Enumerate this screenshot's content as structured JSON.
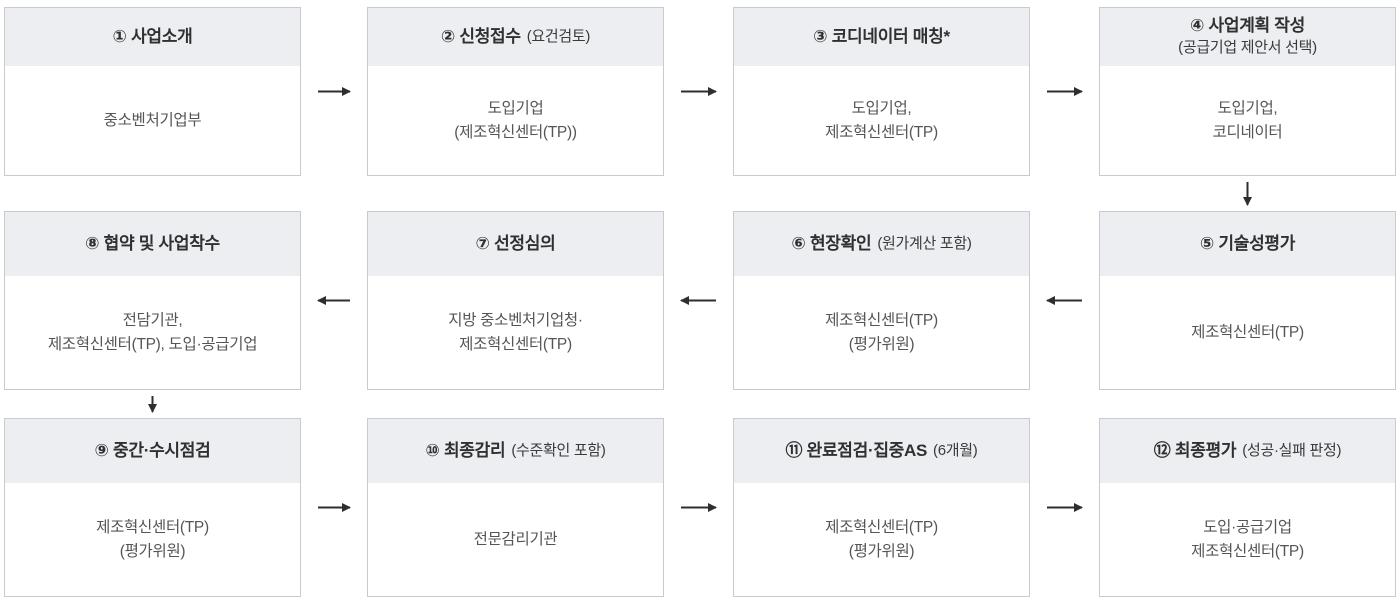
{
  "diagram": {
    "description_name": "business-process-flow",
    "colors": {
      "header_bg": "#eceef1",
      "box_border": "#c8cacd",
      "title_text": "#303030",
      "body_text": "#555555",
      "arrow": "#2e2e2e"
    },
    "boxes": [
      {
        "id": 1,
        "row": 0,
        "col": 0,
        "title": "① 사업소개",
        "note": "",
        "body_lines": [
          "중소벤처기업부"
        ]
      },
      {
        "id": 2,
        "row": 0,
        "col": 1,
        "title": "② 신청접수",
        "note": "(요건검토)",
        "body_lines": [
          "도입기업",
          "(제조혁신센터(TP))"
        ]
      },
      {
        "id": 3,
        "row": 0,
        "col": 2,
        "title": "③ 코디네이터 매칭*",
        "note": "",
        "body_lines": [
          "도입기업,",
          "제조혁신센터(TP)"
        ]
      },
      {
        "id": 4,
        "row": 0,
        "col": 3,
        "title": "④ 사업계획 작성",
        "note": "(공급기업 제안서 선택)",
        "body_lines": [
          "도입기업,",
          "코디네이터"
        ],
        "stacked_header": true
      },
      {
        "id": 5,
        "row": 1,
        "col": 3,
        "title": "⑤ 기술성평가",
        "note": "",
        "body_lines": [
          "제조혁신센터(TP)"
        ]
      },
      {
        "id": 6,
        "row": 1,
        "col": 2,
        "title": "⑥ 현장확인",
        "note": "(원가계산 포함)",
        "body_lines": [
          "제조혁신센터(TP)",
          "(평가위원)"
        ]
      },
      {
        "id": 7,
        "row": 1,
        "col": 1,
        "title": "⑦ 선정심의",
        "note": "",
        "body_lines": [
          "지방 중소벤처기업청·",
          "제조혁신센터(TP)"
        ]
      },
      {
        "id": 8,
        "row": 1,
        "col": 0,
        "title": "⑧ 협약 및 사업착수",
        "note": "",
        "body_lines": [
          "전담기관,",
          "제조혁신센터(TP), 도입·공급기업"
        ]
      },
      {
        "id": 9,
        "row": 2,
        "col": 0,
        "title": "⑨ 중간·수시점검",
        "note": "",
        "body_lines": [
          "제조혁신센터(TP)",
          "(평가위원)"
        ]
      },
      {
        "id": 10,
        "row": 2,
        "col": 1,
        "title": "⑩ 최종감리",
        "note": "(수준확인 포함)",
        "body_lines": [
          "전문감리기관"
        ]
      },
      {
        "id": 11,
        "row": 2,
        "col": 2,
        "title": "⑪ 완료점검·집중AS",
        "note": "(6개월)",
        "body_lines": [
          "제조혁신센터(TP)",
          "(평가위원)"
        ]
      },
      {
        "id": 12,
        "row": 2,
        "col": 3,
        "title": "⑫ 최종평가",
        "note": "(성공·실패 판정)",
        "body_lines": [
          "도입·공급기업",
          "제조혁신센터(TP)"
        ]
      }
    ],
    "arrows": [
      {
        "from": 1,
        "to": 2,
        "dir": "right"
      },
      {
        "from": 2,
        "to": 3,
        "dir": "right"
      },
      {
        "from": 3,
        "to": 4,
        "dir": "right"
      },
      {
        "from": 4,
        "to": 5,
        "dir": "down"
      },
      {
        "from": 5,
        "to": 6,
        "dir": "left"
      },
      {
        "from": 6,
        "to": 7,
        "dir": "left"
      },
      {
        "from": 7,
        "to": 8,
        "dir": "left"
      },
      {
        "from": 8,
        "to": 9,
        "dir": "down"
      },
      {
        "from": 9,
        "to": 10,
        "dir": "right"
      },
      {
        "from": 10,
        "to": 11,
        "dir": "right"
      },
      {
        "from": 11,
        "to": 12,
        "dir": "right"
      }
    ]
  }
}
